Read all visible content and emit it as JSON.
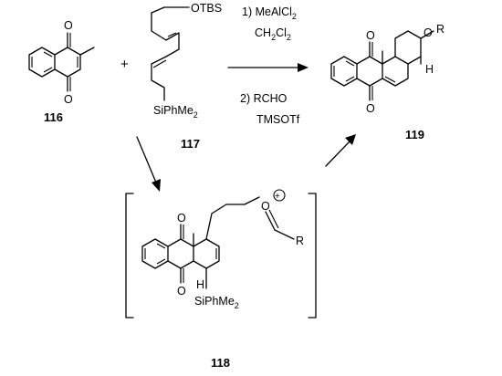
{
  "compounds": {
    "c116": {
      "label": "116",
      "atoms": {
        "o_top": "O",
        "o_bottom": "O"
      }
    },
    "c117": {
      "label": "117",
      "otbs": "OTBS",
      "silyl": "SiPhMe",
      "silyl_sub": "2"
    },
    "c118": {
      "label": "118",
      "o_top": "O",
      "o_bottom": "O",
      "h": "H",
      "oxocarbenium_o": "O",
      "r": "R",
      "charge": "+",
      "silyl": "SiPhMe",
      "silyl_sub": "2"
    },
    "c119": {
      "label": "119",
      "o_top": "O",
      "o_bottom": "O",
      "o_ring": "O",
      "r": "R",
      "h": "H"
    }
  },
  "plus": "+",
  "conditions": {
    "step1": "1) MeAlCl",
    "step1_sub": "2",
    "step1_solvent": "CH",
    "step1_solvent_sub1": "2",
    "step1_solvent_mid": "Cl",
    "step1_solvent_sub2": "2",
    "step2": "2) RCHO",
    "step2_reagent": "TMSOTf"
  }
}
